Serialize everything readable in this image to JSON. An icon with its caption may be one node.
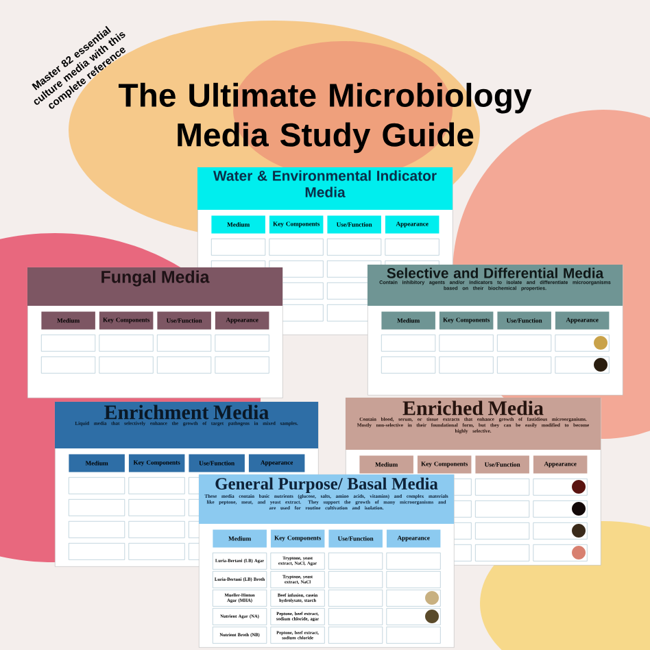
{
  "diagram": {
    "title": "The Ultimate Microbiology Media Study Guide",
    "nodes": [
      {
        "text": [
          "Water & Environmental Indicator Media"
        ]
      },
      {
        "text": [
          "Fungal Media"
        ]
      },
      {
        "text": [
          "Selective and Differential Media",
          "Contain inhibitory agents and/or indicators to isolate and differentiate microorganisms based on their biochemical properties."
        ]
      },
      {
        "text": [
          "Enrichment Media",
          "Liquid media that selectively enhance the growth of target pathogens in mixed samples."
        ]
      },
      {
        "text": [
          "Enriched Media",
          "Contain blood, serum, or tissue extracts that enhance growth of fastidious microorganisms. Mostly non-selective in their foundational form, but they can be easily modified to become highly selective."
        ]
      },
      {
        "text": [
          "General Purpose/ Basal Media",
          "These media contain basic nutrients (glucose, salts, amino acids, vitamins) and complex materials like peptone, meat, and yeast extract. They support the growth of many microorganisms and are used for routine cultivation and isolation."
        ]
      }
    ],
    "labels": [
      "Master 82 essential culture media with this complete reference",
      "Medium",
      "Key Components",
      "Use/Function",
      "Appearance",
      "Medium",
      "Key Components",
      "Use/Function",
      "Appearance",
      "Medium",
      "Key Components",
      "Use/Function",
      "Appearance",
      "Medium",
      "Key Components",
      "Use/Function",
      "Appearance",
      "Medium",
      "Key Components",
      "Use/Function",
      "Appearance",
      "Medium",
      "Key Components",
      "Use/Function",
      "Appearance",
      "Luria-Bertani (LB) Agar",
      "Tryptone, yeast extract, NaCl, Agar",
      "Luria-Bertani (LB) Broth",
      "Tryptone, yeast extract, NaCl",
      "Mueller-Hinton Agar (MHA)",
      "Beef infusion, casein hydrolysate, starch",
      "Nutrient Agar (NA)",
      "Peptone, beef extract, sodium chloride, agar",
      "Nutrient Broth (NB)",
      "Peptone, beef extract, sodium chloride"
    ]
  }
}
